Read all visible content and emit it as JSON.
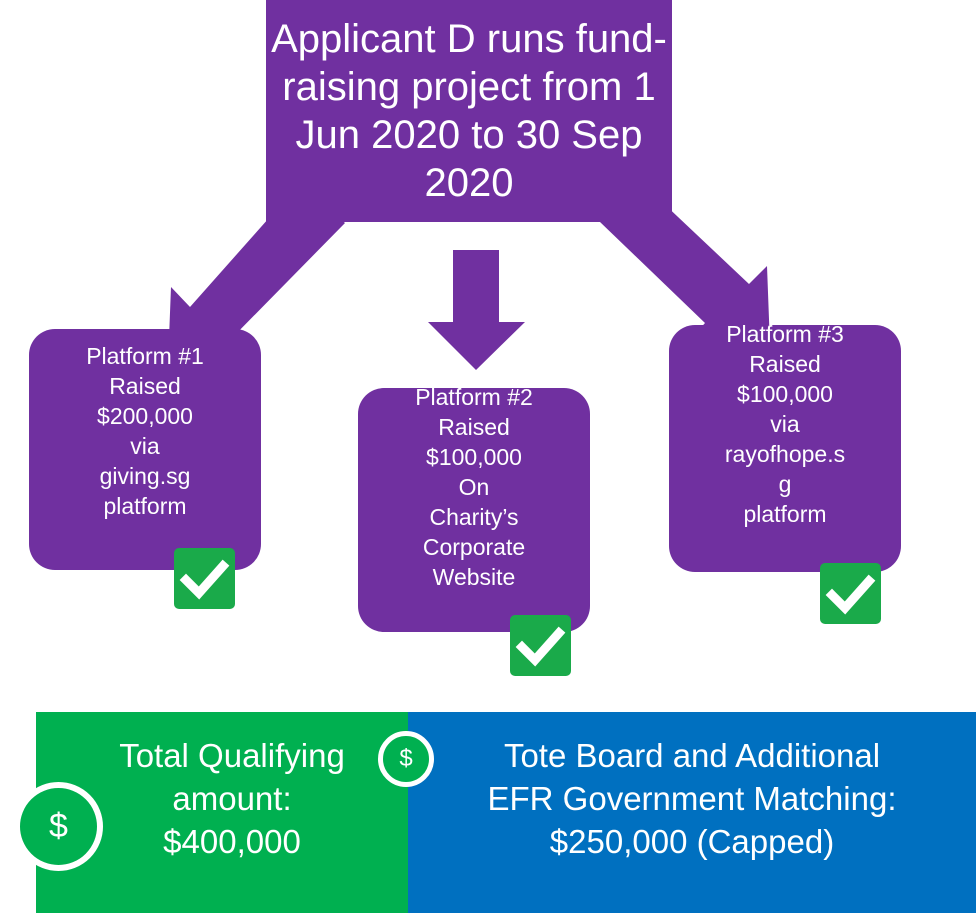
{
  "top": {
    "text": "Applicant D runs fund-raising project from 1 Jun 2020 to 30 Sep 2020"
  },
  "platforms": [
    {
      "lines": [
        "Platform #1",
        "Raised",
        "$200,000",
        "via",
        "giving.sg",
        "platform"
      ]
    },
    {
      "lines": [
        "Platform #2",
        "Raised",
        "$100,000",
        "On",
        "Charity’s",
        "Corporate",
        "Website"
      ]
    },
    {
      "lines": [
        "Platform #3",
        "Raised",
        "$100,000",
        "via",
        "rayofhope.s",
        "g",
        "platform"
      ]
    }
  ],
  "bottom_left": {
    "lines": [
      "Total Qualifying",
      "amount:",
      "$400,000"
    ]
  },
  "bottom_right": {
    "lines": [
      "Tote Board and Additional",
      "EFR Government Matching:",
      "$250,000 (Capped)"
    ]
  },
  "coin_symbol": "$",
  "colors": {
    "purple": "#7030a0",
    "check_green": "#1aaa4a",
    "green": "#00b050",
    "blue": "#0070c0"
  },
  "icons": {
    "arrow": "down-arrow",
    "check": "check-icon",
    "coin": "dollar-coin-icon"
  }
}
